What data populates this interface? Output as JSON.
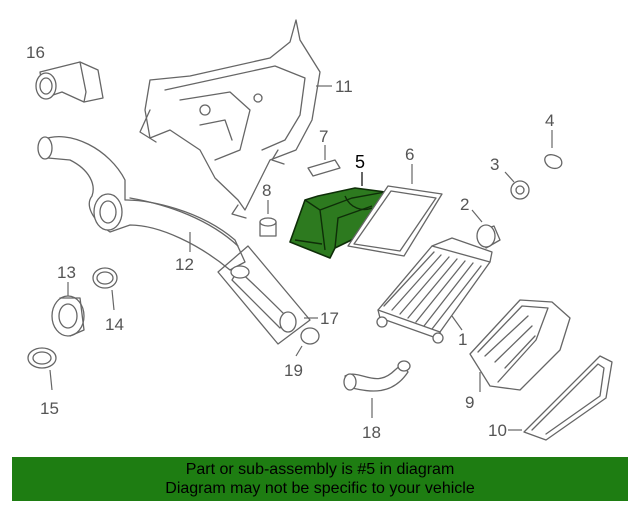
{
  "diagram": {
    "callouts": {
      "p1": "1",
      "p2": "2",
      "p3": "3",
      "p4": "4",
      "p5": "5",
      "p6": "6",
      "p7": "7",
      "p8": "8",
      "p9": "9",
      "p10": "10",
      "p11": "11",
      "p12": "12",
      "p13": "13",
      "p14": "14",
      "p15": "15",
      "p16": "16",
      "p17": "17",
      "p18": "18",
      "p19": "19"
    },
    "highlighted_part": "5",
    "highlight_color": "#2d7a1f"
  },
  "banner": {
    "line1": "Part or sub-assembly is #5 in diagram",
    "line2": "Diagram may not be specific to your vehicle",
    "background": "#1e7d12"
  }
}
